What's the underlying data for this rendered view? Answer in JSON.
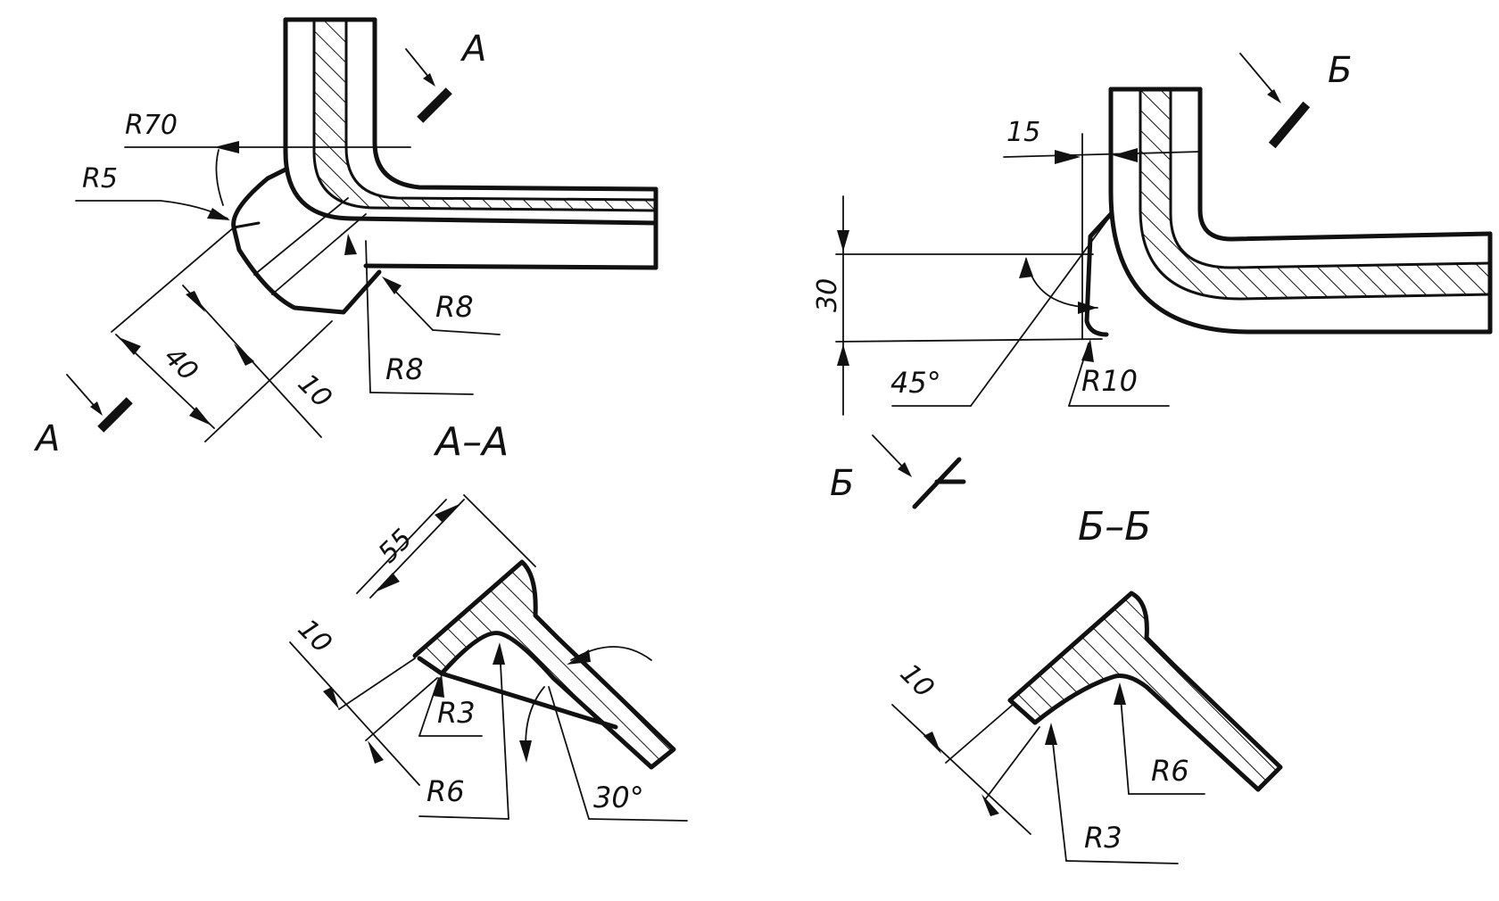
{
  "labels": {
    "section_a_mark": "А",
    "section_a_mark_bottom": "А",
    "section_a_title": "А–А",
    "section_b_mark": "Б",
    "section_b_mark_bottom": "Б",
    "section_b_title": "Б–Б",
    "r70": "R70",
    "r5": "R5",
    "r8_top": "R8",
    "r8_bottom": "R8",
    "dim_40": "40",
    "dim_10_left": "10",
    "dim_15": "15",
    "dim_30": "30",
    "angle_45": "45°",
    "r10": "R10",
    "dim_55": "55",
    "dim_10_aa": "10",
    "r3_aa": "R3",
    "r6_aa": "R6",
    "angle_30": "30°",
    "dim_10_bb": "10",
    "r6_bb": "R6",
    "r3_bb": "R3"
  }
}
